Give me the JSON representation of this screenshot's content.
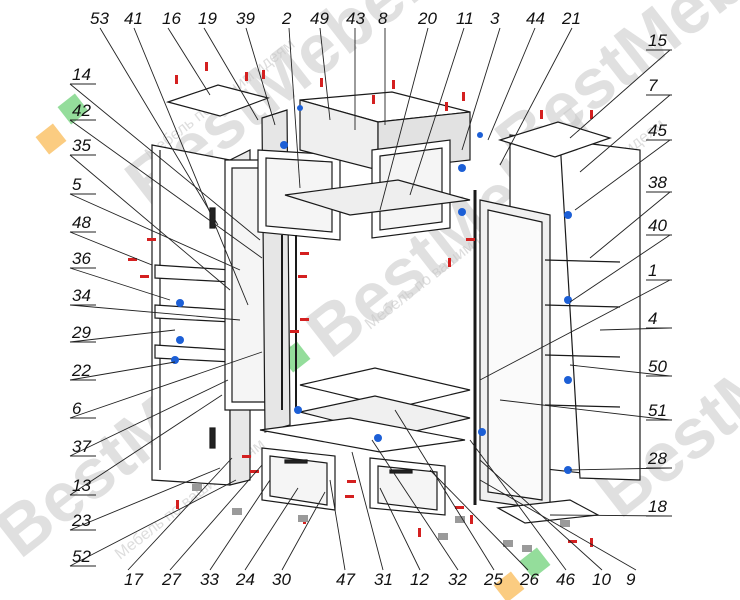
{
  "watermark": {
    "brand": "BestMebel",
    "tagline": "Мебель по вашим идеям"
  },
  "colors": {
    "line": "#1a1a1a",
    "panel": "#ffffff",
    "fitting_red": "#d42020",
    "fitting_blue": "#1c5fd6",
    "logo_green": "#3cc24a",
    "logo_orange": "#f7a21a"
  },
  "callouts_top": [
    "53",
    "41",
    "16",
    "19",
    "39",
    "2",
    "49",
    "43",
    "8",
    "20",
    "11",
    "3",
    "44",
    "21"
  ],
  "callouts_left": [
    "14",
    "42",
    "35",
    "5",
    "48",
    "36",
    "34",
    "29",
    "22",
    "6",
    "37",
    "13",
    "23",
    "52"
  ],
  "callouts_right": [
    "15",
    "7",
    "45",
    "38",
    "40",
    "1",
    "4",
    "50",
    "51",
    "28",
    "18"
  ],
  "callouts_bottom": [
    "17",
    "27",
    "33",
    "24",
    "30",
    "47",
    "31",
    "12",
    "32",
    "25",
    "26",
    "46",
    "10",
    "9"
  ]
}
